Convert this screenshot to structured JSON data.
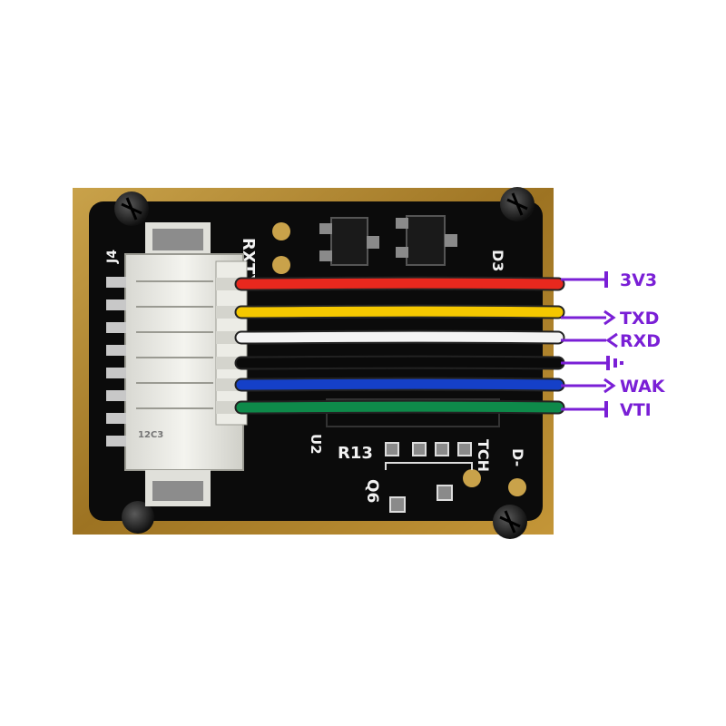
{
  "board": {
    "silkscreen": {
      "connector": "J4",
      "rx": "RX",
      "tx": "TX",
      "d3": "D3",
      "u2": "U2",
      "r13": "R13",
      "q6": "Q6",
      "tch": "TCH",
      "d_minus": "D-",
      "housing_text": "12C3"
    }
  },
  "pins": [
    {
      "label": "3V3",
      "wire_color": "#e8281e",
      "terminal": "bar"
    },
    {
      "label": "TXD",
      "wire_color": "#f5c800",
      "terminal": "arrow-right"
    },
    {
      "label": "RXD",
      "wire_color": "#f4f4f4",
      "terminal": "arrow-left"
    },
    {
      "label": "",
      "wire_color": "#0a0a0a",
      "terminal": "ground"
    },
    {
      "label": "WAK",
      "wire_color": "#1540c8",
      "terminal": "arrow-right"
    },
    {
      "label": "VTI",
      "wire_color": "#0e8a4a",
      "terminal": "bar"
    }
  ],
  "colors": {
    "pin_label": "#7a1fd6",
    "pcb": "#0b0b0b",
    "frame": "#b58a2c"
  }
}
